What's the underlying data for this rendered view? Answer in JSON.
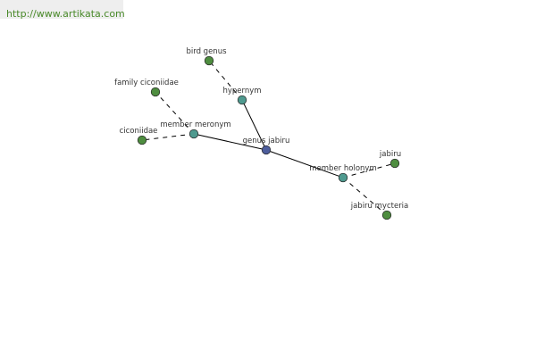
{
  "banner": {
    "link_text": "http://www.artikata.com"
  },
  "colors": {
    "root": "#4d5d9c",
    "relation": "#4f9a8f",
    "term": "#4e8d3f",
    "edge": "#000000",
    "banner_bg": "#eeeeee",
    "banner_text": "#4a8a2a"
  },
  "graph": {
    "nodes": [
      {
        "id": "genus-jabiru",
        "label": "genus jabiru",
        "kind": "root"
      },
      {
        "id": "hypernym",
        "label": "hypernym",
        "kind": "relation"
      },
      {
        "id": "member-meronym",
        "label": "member meronym",
        "kind": "relation"
      },
      {
        "id": "member-holonym",
        "label": "member holonym",
        "kind": "relation"
      },
      {
        "id": "bird-genus",
        "label": "bird genus",
        "kind": "term"
      },
      {
        "id": "family-ciconiidae",
        "label": "family ciconiidae",
        "kind": "term"
      },
      {
        "id": "ciconiidae",
        "label": "ciconiidae",
        "kind": "term"
      },
      {
        "id": "jabiru",
        "label": "jabiru",
        "kind": "term"
      },
      {
        "id": "jabiru-mycteria",
        "label": "jabiru mycteria",
        "kind": "term"
      }
    ],
    "edges": [
      {
        "from": "genus-jabiru",
        "to": "hypernym",
        "style": "solid"
      },
      {
        "from": "genus-jabiru",
        "to": "member-meronym",
        "style": "solid"
      },
      {
        "from": "genus-jabiru",
        "to": "member-holonym",
        "style": "solid"
      },
      {
        "from": "hypernym",
        "to": "bird-genus",
        "style": "dashed"
      },
      {
        "from": "member-meronym",
        "to": "family-ciconiidae",
        "style": "dashed"
      },
      {
        "from": "member-meronym",
        "to": "ciconiidae",
        "style": "dashed"
      },
      {
        "from": "member-holonym",
        "to": "jabiru",
        "style": "dashed"
      },
      {
        "from": "member-holonym",
        "to": "jabiru-mycteria",
        "style": "dashed"
      }
    ]
  }
}
